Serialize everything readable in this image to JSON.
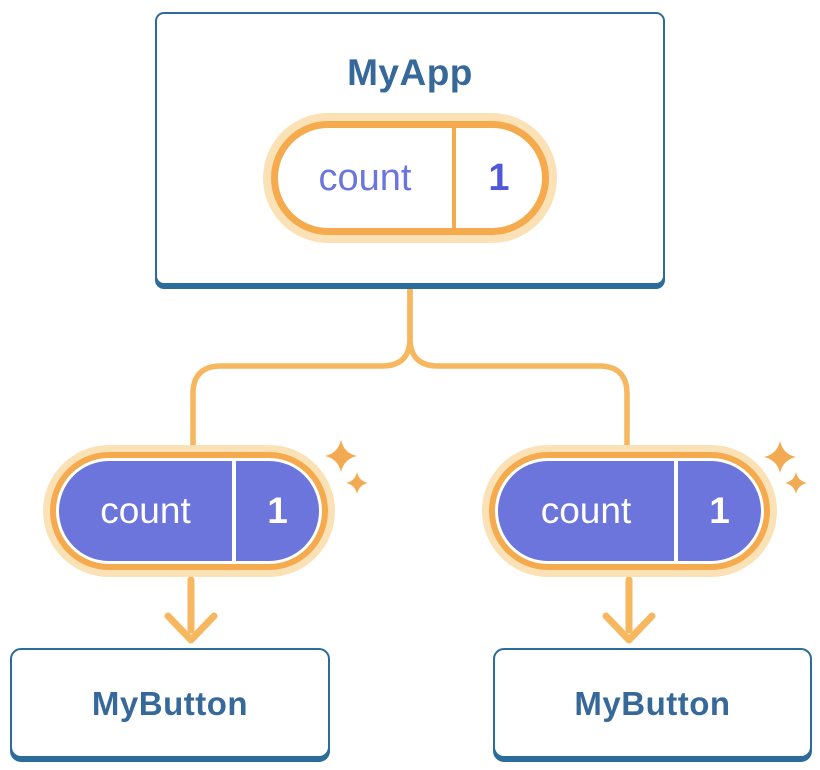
{
  "colors": {
    "card_border": "#2B6C9C",
    "title_text": "#36699A",
    "pill_glow": "#FBE1B6",
    "pill_ring": "#F5AB4D",
    "pill_purple": "#6B75DB",
    "state_name_text": "#6A76DC",
    "state_value_text": "#4F58D8",
    "connector_line": "#F6B75F",
    "sparkle": "#F2AB52"
  },
  "root_card": {
    "title": "MyApp",
    "state": {
      "name": "count",
      "value": "1"
    }
  },
  "child_cards": [
    {
      "title": "MyButton",
      "state": {
        "name": "count",
        "value": "1"
      }
    },
    {
      "title": "MyButton",
      "state": {
        "name": "count",
        "value": "1"
      }
    }
  ]
}
